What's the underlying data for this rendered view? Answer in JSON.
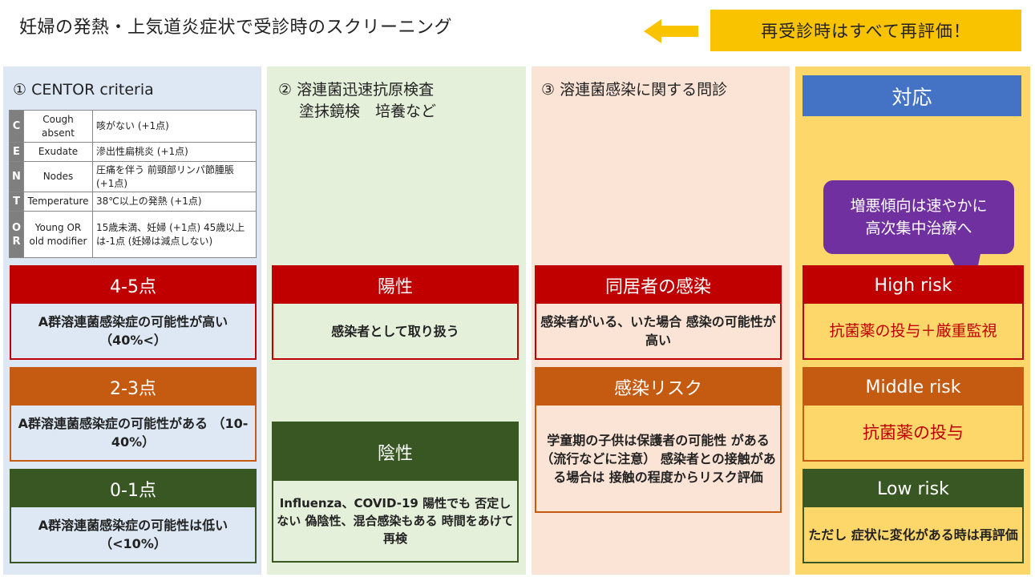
{
  "title": "妊婦の発熱・上気道炎症状で受診時のスクリーニング",
  "recheck_label": "再受診時はすべて再評価！",
  "colors": {
    "red": "#c00000",
    "orange": "#c55a11",
    "green": "#385723",
    "blue": "#4472c4",
    "purple": "#7030a0",
    "yellow": "#f9c300"
  },
  "col1": {
    "heading": "① CENTOR criteria",
    "table": [
      {
        "letter": "C",
        "name": "Cough absent",
        "desc": "咳がない (+1点)"
      },
      {
        "letter": "E",
        "name": "Exudate",
        "desc": "滲出性扁桃炎 (+1点)"
      },
      {
        "letter": "N",
        "name": "Nodes",
        "desc": "圧痛を伴う 前頸部リンパ節腫脹 (+1点)"
      },
      {
        "letter": "T",
        "name": "Temperature",
        "desc": "38℃以上の発熱 (+1点)"
      },
      {
        "letter": "O R",
        "name": "Young OR old modifier",
        "desc": "15歳未満、妊婦 (+1点) 45歳以上は-1点 (妊婦は減点しない)"
      }
    ],
    "cards": [
      {
        "title": "4-5点",
        "body": "A群溶連菌感染症の可能性が高い （40%<）"
      },
      {
        "title": "2-3点",
        "body": "A群溶連菌感染症の可能性がある （10-40%）"
      },
      {
        "title": "0-1点",
        "body": "A群溶連菌感染症の可能性は低い （<10%）"
      }
    ]
  },
  "col2": {
    "heading_line1": "② 溶連菌迅速抗原検査",
    "heading_line2": "塗抹鏡検　培養など",
    "positive": {
      "title": "陽性",
      "body": "感染者として取り扱う"
    },
    "negative": {
      "title": "陰性",
      "body": "Influenza、COVID-19 陽性でも 否定しない 偽陰性、混合感染もある 時間をあけて再検"
    }
  },
  "col3": {
    "heading": "③ 溶連菌感染に関する問診",
    "household": {
      "title": "同居者の感染",
      "body": "感染者がいる、いた場合 感染の可能性が高い"
    },
    "risk": {
      "title": "感染リスク",
      "body": "学童期の子供は保護者の可能性 がある（流行などに注意） 感染者との接触がある場合は 接触の程度からリスク評価"
    }
  },
  "col4": {
    "heading": "対応",
    "bubble_line1": "増悪傾向は速やかに",
    "bubble_line2": "高次集中治療へ",
    "high": {
      "title": "High risk",
      "body": "抗菌薬の投与＋厳重監視"
    },
    "middle": {
      "title": "Middle risk",
      "body": "抗菌薬の投与"
    },
    "low": {
      "title": "Low risk",
      "body": "ただし 症状に変化がある時は再評価"
    }
  }
}
